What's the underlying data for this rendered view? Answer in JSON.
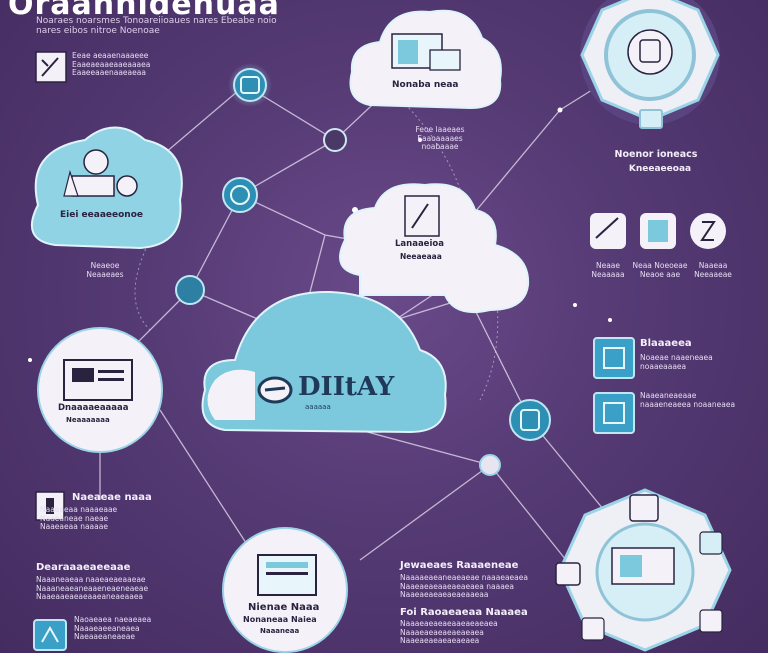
{
  "title": "Oraannidenuaa",
  "subtitle": "Noaraes noarsmes Tonoareiioaues nares Ebeabe noio nares eibos nitroe Noenoae",
  "center": {
    "label": "DIItAY",
    "caption": "aaaaaa"
  },
  "top_cloud": {
    "label": "Nonaba neaa"
  },
  "top_cloud_note": "Feoe laaeaes\nEaaoaaaaes\nnoabaaae",
  "left_cloud": {
    "label": "Eiei eeaaeeonoe"
  },
  "left_cloud_note": "Neaeoe\nNeaaeaes",
  "mid_cloud": {
    "label": "Lanaaeioa",
    "caption": "Neeaeaaa"
  },
  "left_monitor": {
    "label": "Dnaaaaeaaaaa",
    "caption": "Neaaaaaaa"
  },
  "bottom_circle": {
    "label": "Nienae Naaa",
    "caption": "Nonaneaa Naiea",
    "note": "Naaaneaa"
  },
  "top_right": {
    "heading": "Noenor ioneacs",
    "sub": "Kneeaeeoaa"
  },
  "tri_captions": [
    "Neaae\nNeaaaaa",
    "Neaa Noeoeae\nNeaoe aae",
    "Naaeaa\nNeeaaeae"
  ],
  "mid_right": {
    "heading": "Blaaaeea",
    "line1": "Noaeae naaeneaea noaaeaaaea",
    "line2": "Naaeaneaeaae naaaeneaeea noaaneaea"
  },
  "top_left_note": "Eeae aeaaenaaaeee\nEaaeaeaaeaaeaaaea\nEaaeeaaenaaeaeaa",
  "left_list": {
    "heading": "Naeaeae naaa",
    "body": "Naaeaeaa naaaeaae\nNaaeaneae naeae\nNaaeaeaa naaaae"
  },
  "left_bottom": {
    "heading": "Dearaaaeaeeaae",
    "body": "Naaaneaeaa naaeaeaeaaeae\nNaaaneaeaneaaeneaeneaeae\nNaaeaaeaeaeaaeaneaeaaea"
  },
  "left_bottom_icon_note": "Naoaeaea naeaeaea\nNaaaeaeeaneaea\nNaeaaeaneaeae",
  "right_bottom": {
    "heading": "Jewaeaes Raaaeneae",
    "body": "Naaaaeaeaneaeaeae naaaeaeaea\nNaaeaeaeaaeaeaeaea naaaea\nNaaeaeaeaeaeaeaaeaa"
  },
  "right_bottom2": {
    "heading": "Foi Raoaeaeaa Naaaea",
    "body": "Naaaeaeaeaeaaeaeaeaea\nNaaaeaeaeaeaeaeaea\nNaaeaeaeaeaeaeaea"
  },
  "colors": {
    "bg": "#553a74",
    "cloud_blue": "#7cc8dc",
    "cloud_white": "#f4f2f8",
    "accent": "#3aa0c8",
    "ink": "#2a2340"
  }
}
